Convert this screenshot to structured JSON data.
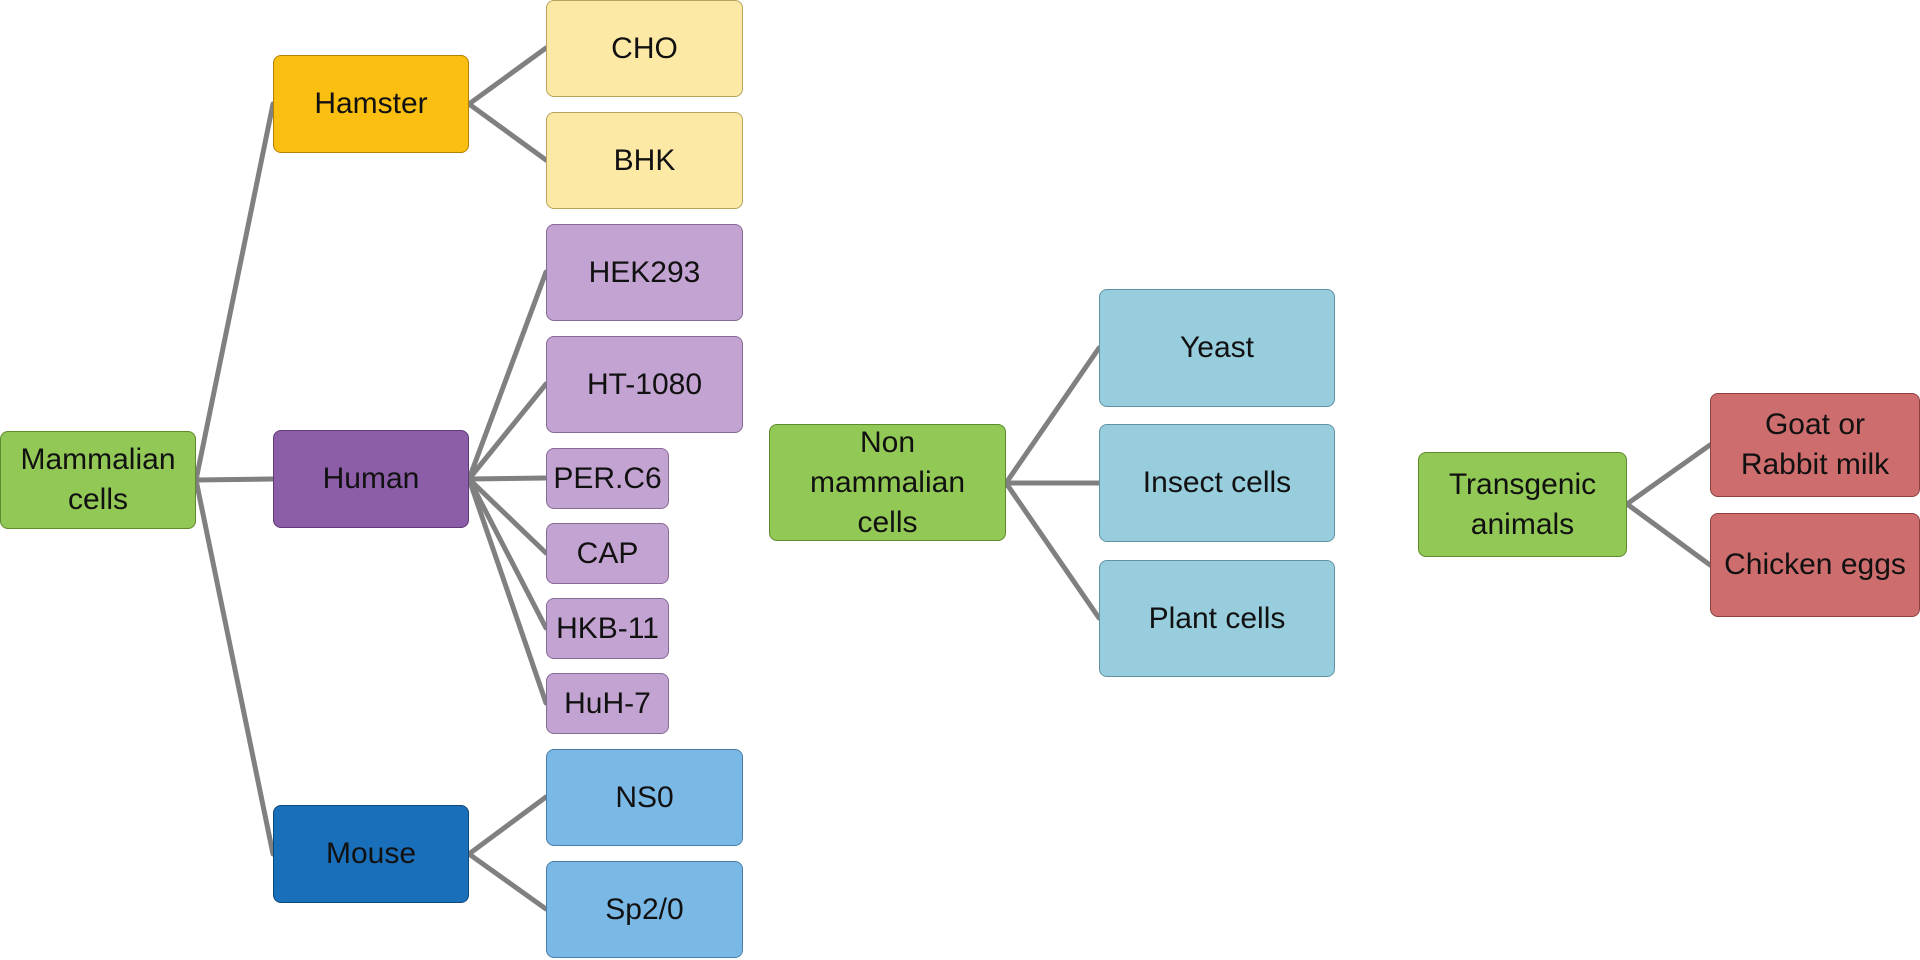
{
  "nodes": {
    "mammalian": [
      "Mammalian",
      "cells"
    ],
    "hamster": "Hamster",
    "human": "Human",
    "mouse": "Mouse",
    "cho": "CHO",
    "bhk": "BHK",
    "hek293": "HEK293",
    "ht1080": "HT-1080",
    "perc6": "PER.C6",
    "cap": "CAP",
    "hkb11": "HKB-11",
    "huh7": "HuH-7",
    "ns0": "NS0",
    "sp20": "Sp2/0",
    "nonmammalian": [
      "Non",
      "mammalian",
      "cells"
    ],
    "yeast": "Yeast",
    "insect": "Insect cells",
    "plant": "Plant cells",
    "transgenic": [
      "Transgenic",
      "animals"
    ],
    "goat": [
      "Goat or",
      "Rabbit milk"
    ],
    "chicken": "Chicken eggs"
  },
  "colors": {
    "category_green": "#92c855",
    "hamster": "#fbbf12",
    "human": "#8b5ea7",
    "mouse": "#1a6fba",
    "hamster_lines": "#fde9a6",
    "human_lines": "#c3a3d1",
    "mouse_lines": "#7ab8e6",
    "non_mammalian_systems": "#97cddd",
    "transgenic_systems": "#cd6d6d",
    "connector": "#808080"
  }
}
